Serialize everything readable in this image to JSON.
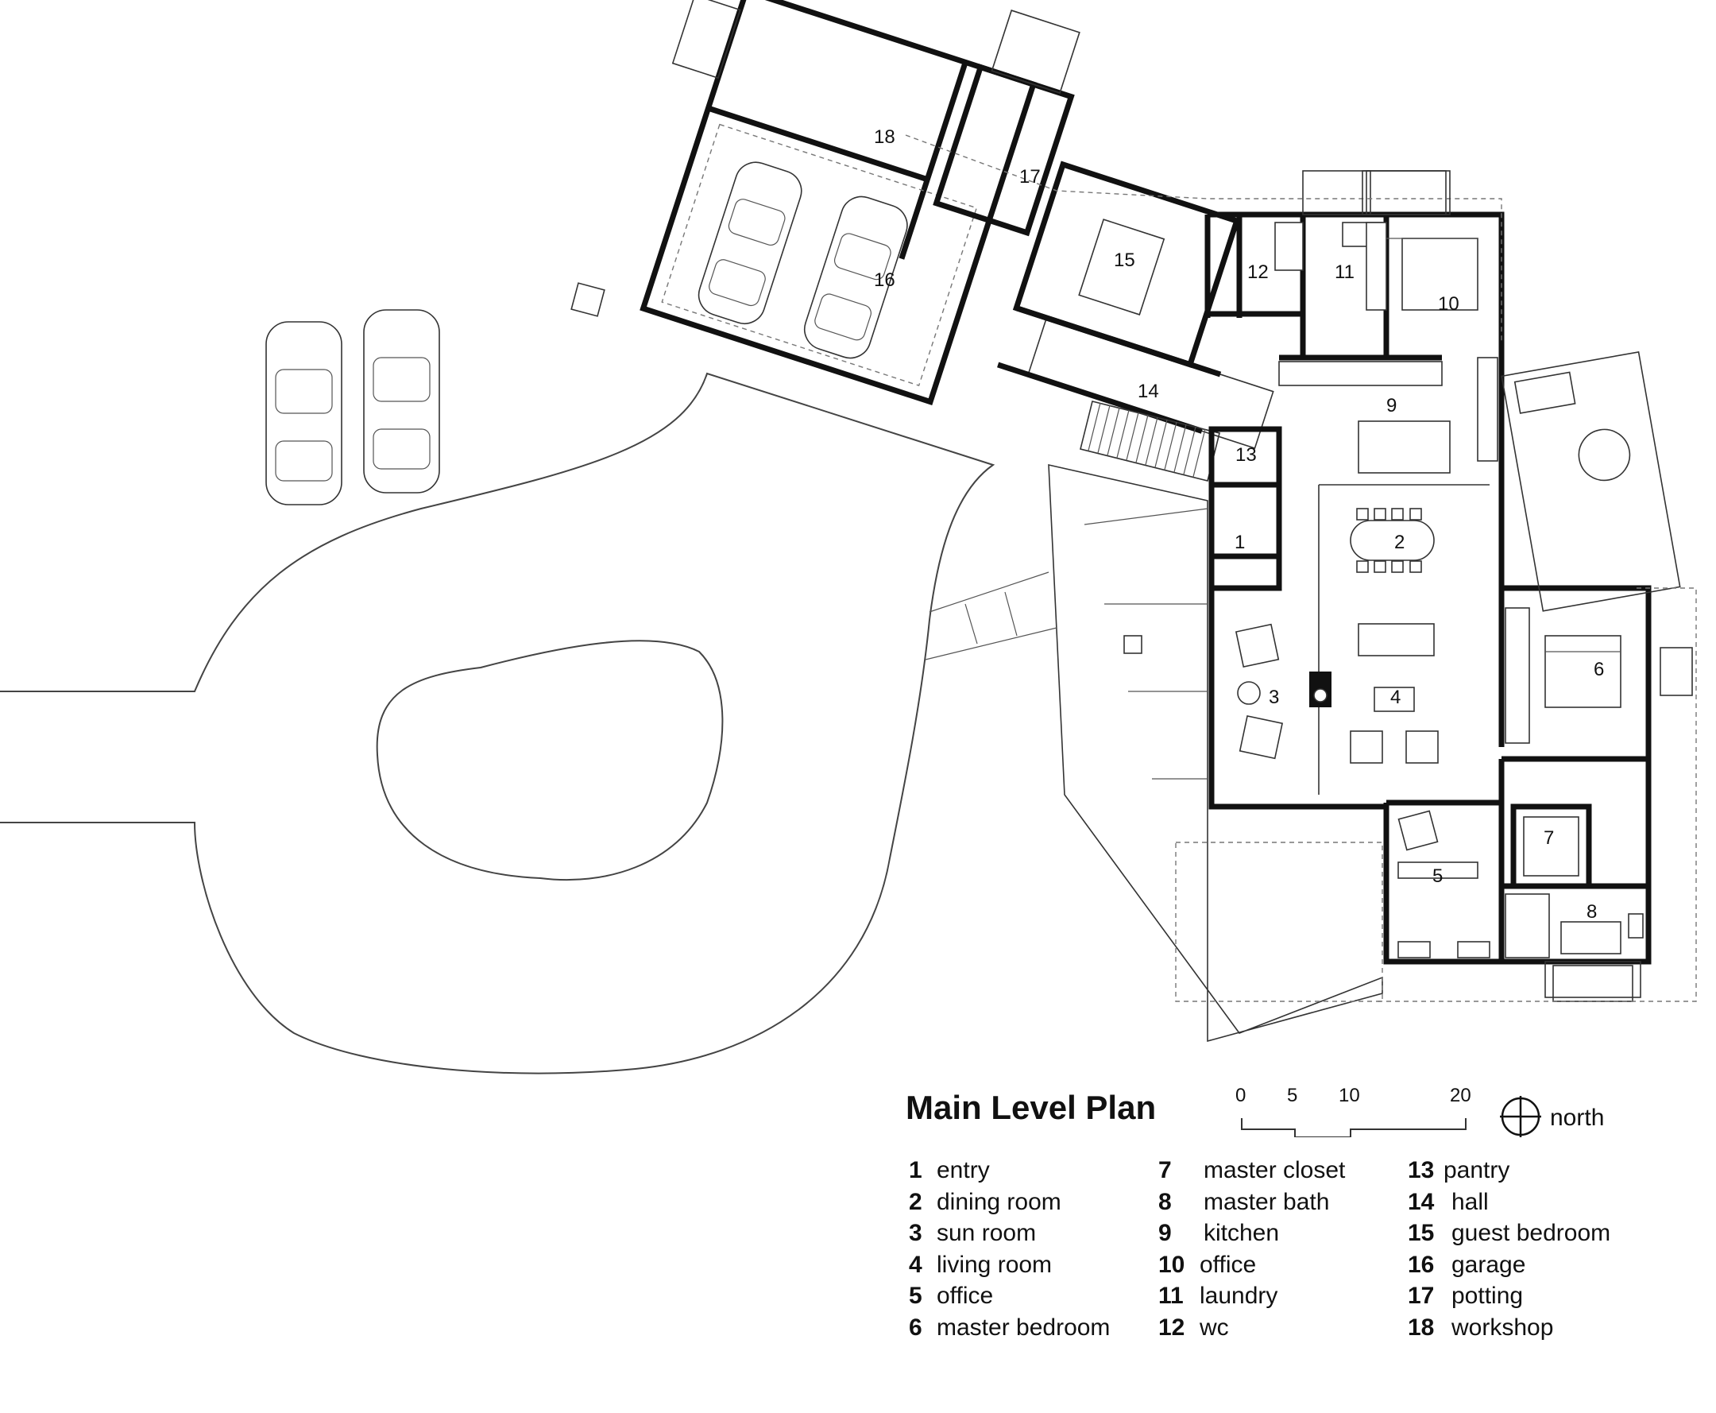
{
  "title": "Main Level Plan",
  "scale": {
    "ticks": [
      "0",
      "5",
      "10",
      "20"
    ]
  },
  "north": {
    "label": "north",
    "icon": "north-arrow-icon"
  },
  "rooms": [
    {
      "num": "1",
      "name": "entry"
    },
    {
      "num": "2",
      "name": "dining room"
    },
    {
      "num": "3",
      "name": "sun room"
    },
    {
      "num": "4",
      "name": "living room"
    },
    {
      "num": "5",
      "name": "office"
    },
    {
      "num": "6",
      "name": "master bedroom"
    },
    {
      "num": "7",
      "name": "master closet"
    },
    {
      "num": "8",
      "name": "master bath"
    },
    {
      "num": "9",
      "name": "kitchen"
    },
    {
      "num": "10",
      "name": "office"
    },
    {
      "num": "11",
      "name": "laundry"
    },
    {
      "num": "12",
      "name": "wc"
    },
    {
      "num": "13",
      "name": "pantry"
    },
    {
      "num": "14",
      "name": "hall"
    },
    {
      "num": "15",
      "name": "guest bedroom"
    },
    {
      "num": "16",
      "name": "garage"
    },
    {
      "num": "17",
      "name": "potting"
    },
    {
      "num": "18",
      "name": "workshop"
    }
  ]
}
